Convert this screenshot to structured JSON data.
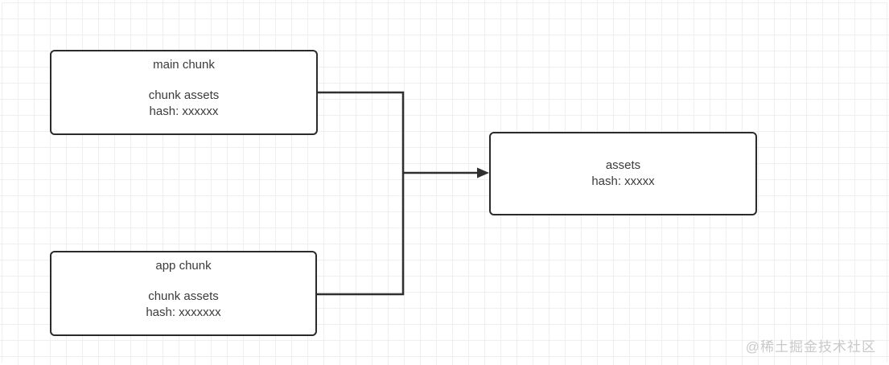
{
  "diagram": {
    "nodes": [
      {
        "id": "main-chunk",
        "title": "main chunk",
        "lines": [
          "chunk assets",
          "hash: xxxxxx"
        ]
      },
      {
        "id": "app-chunk",
        "title": "app chunk",
        "lines": [
          "chunk assets",
          "hash: xxxxxxx"
        ]
      },
      {
        "id": "assets",
        "title": "",
        "lines": [
          "assets",
          "hash: xxxxx"
        ]
      }
    ],
    "edges": [
      {
        "from": "main-chunk",
        "to": "assets"
      },
      {
        "from": "app-chunk",
        "to": "assets"
      }
    ]
  },
  "watermark": "@稀土掘金技术社区",
  "colors": {
    "node_border": "#2b2b2b",
    "edge_line": "#2f2f2f",
    "text": "#3b3b3b",
    "grid": "#efefef",
    "watermark": "#c9c9c9",
    "background": "#ffffff"
  }
}
